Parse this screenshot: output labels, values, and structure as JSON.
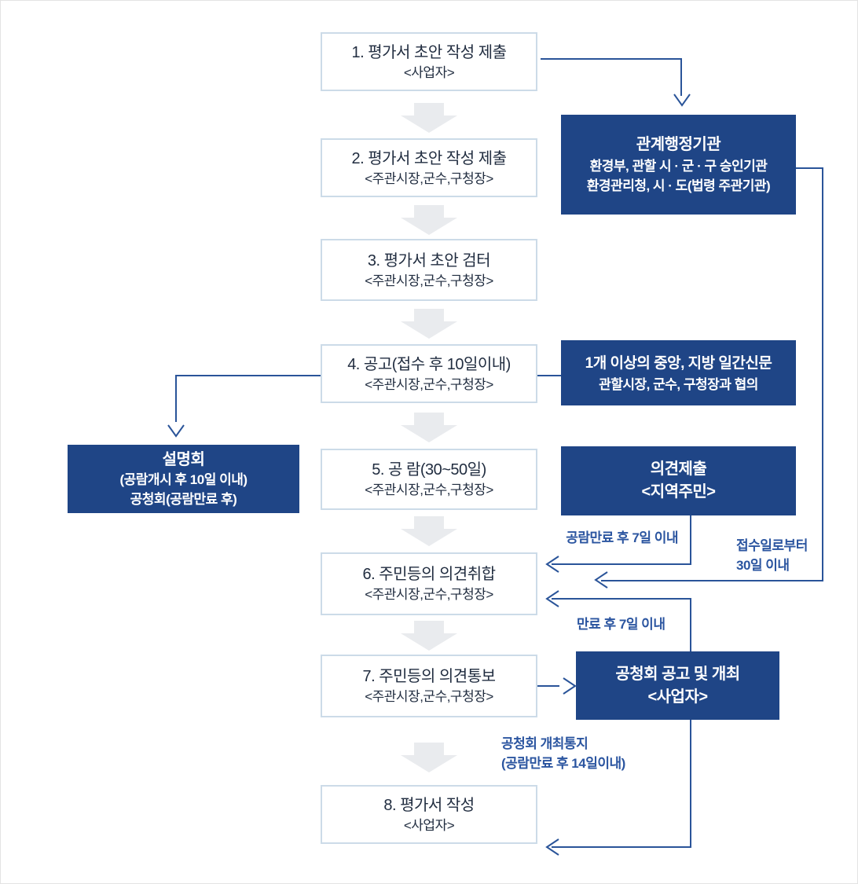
{
  "steps": [
    {
      "title": "1. 평가서 초안 작성 제출",
      "subtitle": "<사업자>"
    },
    {
      "title": "2. 평가서 초안 작성 제출",
      "subtitle": "<주관시장,군수,구청장>"
    },
    {
      "title": "3. 평가서 초안 검터",
      "subtitle": "<주관시장,군수,구청장>"
    },
    {
      "title": "4. 공고(접수 후 10일이내)",
      "subtitle": "<주관시장,군수,구청장>"
    },
    {
      "title": "5. 공 람(30~50일)",
      "subtitle": "<주관시장,군수,구청장>"
    },
    {
      "title": "6. 주민등의 의견취합",
      "subtitle": "<주관시장,군수,구청장>"
    },
    {
      "title": "7. 주민등의 의견통보",
      "subtitle": "<주관시장,군수,구청장>"
    },
    {
      "title": "8. 평가서 작성",
      "subtitle": "<사업자>"
    }
  ],
  "side": {
    "related_agency": {
      "title": "관계행정기관",
      "line2": "환경부, 관할 시 · 군 · 구 승인기관",
      "line3": "환경관리청, 시 · 도(법령 주관기관)"
    },
    "newspaper": {
      "title": "1개 이상의 중앙, 지방 일간신문",
      "line2": "관할시장, 군수, 구청장과 협의"
    },
    "opinion": {
      "title": "의견제출",
      "line2": "<지역주민>"
    },
    "briefing": {
      "title": "설명회",
      "line2": "(공람개시 후 10일 이내)",
      "line3": "공청회(공람만료 후)"
    },
    "hearing": {
      "title": "공청회 공고 및 개최",
      "line2": "<사업자>"
    }
  },
  "labels": {
    "after_inspection_7days": "공람만료 후 7일 이내",
    "from_receipt_line1": "접수일로부터",
    "from_receipt_line2": "30일 이내",
    "after_expiry_7days": "만료 후 7일 이내",
    "hearing_notice_line1": "공청회 개최통지",
    "hearing_notice_line2": "(공람만료 후 14일이내)"
  },
  "colors": {
    "navy_box": "#1f4586",
    "line": "#2a5499",
    "label_text": "#2b55a0",
    "step_border": "#ccdbe8",
    "step_text": "#212d40",
    "gray_arrow": "#e9ebee"
  }
}
